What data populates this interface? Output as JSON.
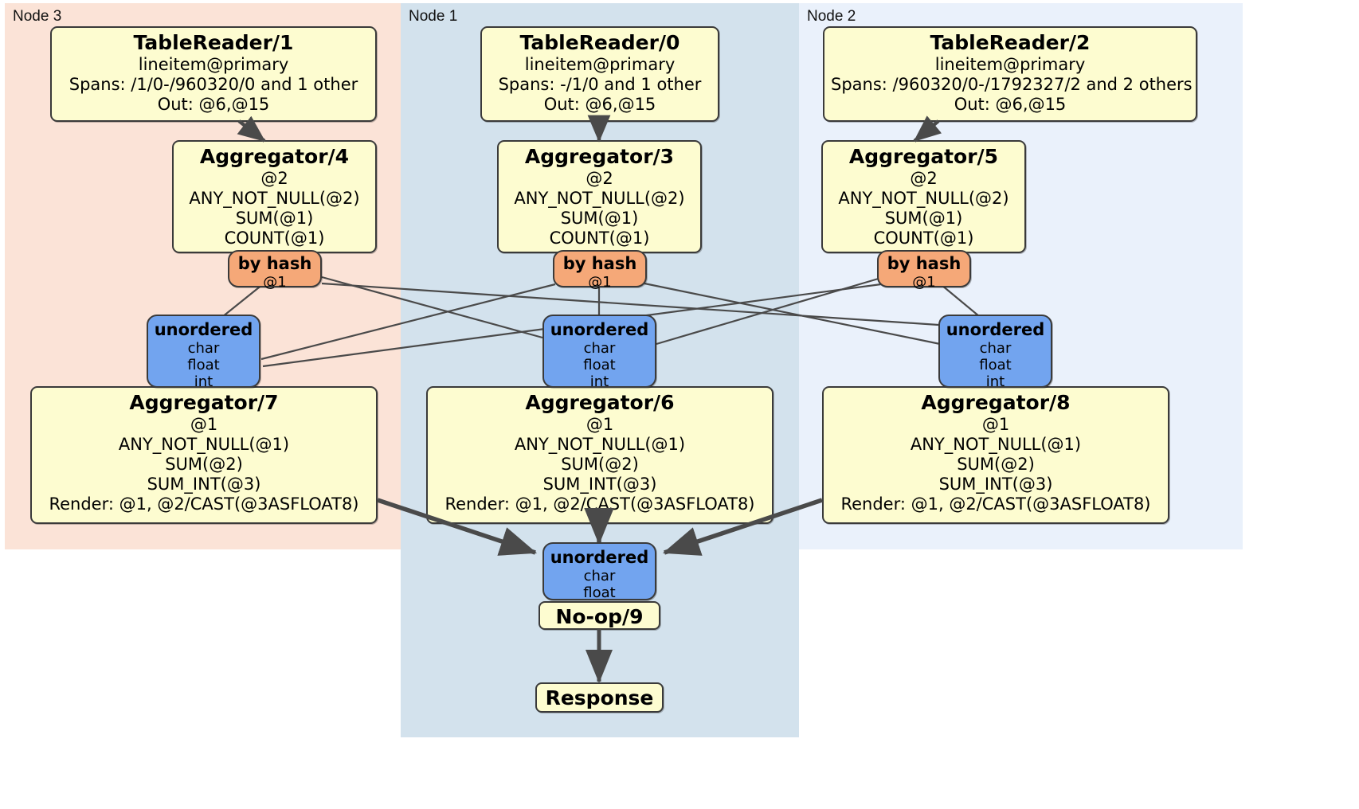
{
  "diagram": {
    "title": "Distributed SQL physical plan",
    "colors": {
      "node3_panel": "#fbe3d7",
      "node1_panel": "#d3e2ed",
      "node2_panel": "#eaf1fb",
      "processor_box": "#fdfcd0",
      "router_box": "#f5a878",
      "sync_box": "#72a4ef",
      "edge": "#4a4a4a",
      "border": "#3a3a3a"
    }
  },
  "panels": [
    {
      "id": "node3",
      "label": "Node 3"
    },
    {
      "id": "node1",
      "label": "Node 1"
    },
    {
      "id": "node2",
      "label": "Node 2"
    }
  ],
  "processors": {
    "table_reader_1": {
      "title": "TableReader/1",
      "lines": [
        "lineitem@primary",
        "Spans: /1/0-/960320/0 and 1 other",
        "Out: @6,@15"
      ]
    },
    "table_reader_0": {
      "title": "TableReader/0",
      "lines": [
        "lineitem@primary",
        "Spans: -/1/0 and 1 other",
        "Out: @6,@15"
      ]
    },
    "table_reader_2": {
      "title": "TableReader/2",
      "lines": [
        "lineitem@primary",
        "Spans: /960320/0-/1792327/2 and 2 others",
        "Out: @6,@15"
      ]
    },
    "aggregator_4": {
      "title": "Aggregator/4",
      "lines": [
        "@2",
        "ANY_NOT_NULL(@2)",
        "SUM(@1)",
        "COUNT(@1)"
      ]
    },
    "aggregator_3": {
      "title": "Aggregator/3",
      "lines": [
        "@2",
        "ANY_NOT_NULL(@2)",
        "SUM(@1)",
        "COUNT(@1)"
      ]
    },
    "aggregator_5": {
      "title": "Aggregator/5",
      "lines": [
        "@2",
        "ANY_NOT_NULL(@2)",
        "SUM(@1)",
        "COUNT(@1)"
      ]
    },
    "aggregator_7": {
      "title": "Aggregator/7",
      "lines": [
        "@1",
        "ANY_NOT_NULL(@1)",
        "SUM(@2)",
        "SUM_INT(@3)",
        "Render: @1, @2/CAST(@3ASFLOAT8)"
      ]
    },
    "aggregator_6": {
      "title": "Aggregator/6",
      "lines": [
        "@1",
        "ANY_NOT_NULL(@1)",
        "SUM(@2)",
        "SUM_INT(@3)",
        "Render: @1, @2/CAST(@3ASFLOAT8)"
      ]
    },
    "aggregator_8": {
      "title": "Aggregator/8",
      "lines": [
        "@1",
        "ANY_NOT_NULL(@1)",
        "SUM(@2)",
        "SUM_INT(@3)",
        "Render: @1, @2/CAST(@3ASFLOAT8)"
      ]
    },
    "noop_9": {
      "title": "No-op/9"
    },
    "response": {
      "title": "Response"
    }
  },
  "routers": {
    "by_hash_left": {
      "title": "by hash",
      "sub": "@1"
    },
    "by_hash_center": {
      "title": "by hash",
      "sub": "@1"
    },
    "by_hash_right": {
      "title": "by hash",
      "sub": "@1"
    }
  },
  "synchronizers": {
    "unordered_left": {
      "title": "unordered",
      "lines": [
        "char",
        "float",
        "int"
      ]
    },
    "unordered_center": {
      "title": "unordered",
      "lines": [
        "char",
        "float",
        "int"
      ]
    },
    "unordered_right": {
      "title": "unordered",
      "lines": [
        "char",
        "float",
        "int"
      ]
    },
    "unordered_final": {
      "title": "unordered",
      "lines": [
        "char",
        "float"
      ]
    }
  }
}
